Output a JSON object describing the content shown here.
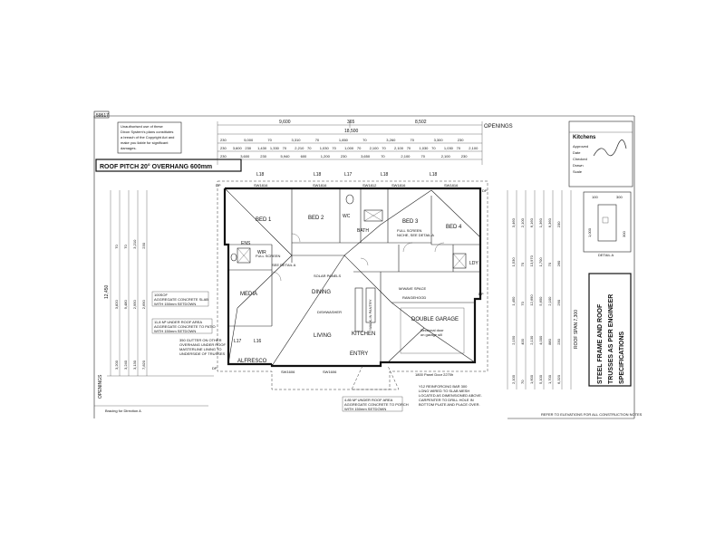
{
  "sheet": {
    "ref_box": "59517",
    "copyright_notice": [
      "Unauthorised use of these",
      "Dixon System's plans constitutes",
      "a breach of the Copyright Act and",
      "make you liable for significant",
      "damages."
    ],
    "roof_pitch": "ROOF PITCH 20° OVERHANG 600mm",
    "openings_label": "OPENINGS",
    "steel_note": [
      "STEEL FRAME AND ROOF",
      "TRUSSES AS PER ENGINEER",
      "SPECIFICATIONS"
    ],
    "footer_note": "REFER TO ELEVATIONS FOR ALL CONSTRUCTION NOTES",
    "bracing_note": "Bracing for Direction A"
  },
  "dimensions_top": {
    "overall_left": "9,600",
    "overall_mid": "365",
    "overall_right": "8,502",
    "row2": "18,500",
    "row3": [
      "230",
      "5,000",
      "70",
      "3,310",
      "70",
      "1,850",
      "70",
      "3,260",
      "70",
      "3,300",
      "230"
    ],
    "row4": [
      "230",
      "3,600",
      "230",
      "1,430",
      "1,330",
      "70",
      "2,210",
      "70",
      "1,030",
      "70",
      "1,000",
      "70",
      "2,100",
      "70",
      "2,100",
      "70",
      "1,030",
      "70",
      "1,030",
      "70",
      "2,100"
    ],
    "row5": [
      "230",
      "3,600",
      "230",
      "5,940",
      "600",
      "1,200",
      "230",
      "3,650",
      "70",
      "2,100",
      "70",
      "2,100",
      "230"
    ],
    "lintels": [
      "L18",
      "L18",
      "L17",
      "L18",
      "L18"
    ]
  },
  "dimensions_left": {
    "overall": "12,450",
    "values": [
      "3,200",
      "3,820",
      "70",
      "3,240",
      "9,480",
      "70",
      "3,130",
      "2,950",
      "3,210",
      "7,820",
      "2,690",
      "230"
    ],
    "openings": "OPENINGS"
  },
  "dimensions_right": {
    "values": [
      "2,100",
      "2,150",
      "1,450",
      "1,530",
      "3,460",
      "70",
      "400",
      "70",
      "70",
      "2,100",
      "1,600",
      "2,130",
      "12,690",
      "13,970",
      "6,160",
      "5,100",
      "4,000",
      "5,650",
      "1,700",
      "1,360",
      "1,700",
      "880",
      "2,100",
      "70",
      "6,360",
      "6,320",
      "230",
      "290",
      "260",
      "230"
    ],
    "roof_span": "ROOF SPAN 7,300"
  },
  "rooms": {
    "bed1": "BED 1",
    "bed2": "BED 2",
    "bed3": "BED 3",
    "bed4": "BED 4",
    "wc": "WC",
    "bath": "BATH",
    "ens": "ENS",
    "wir": "WIR",
    "media": "MEDIA",
    "dining": "DINING",
    "living": "LIVING",
    "kitchen": "KITCHEN",
    "entry": "ENTRY",
    "alfresco": "ALFRESCO",
    "garage": "DOUBLE GARAGE",
    "ldy": "LDY",
    "l17": "L17",
    "l16": "L16"
  },
  "notes": {
    "slab": [
      "100SOF",
      "AGGREGATE CONCRETE SLAB",
      "WITH 150mm SETDOWN"
    ],
    "under_roof": [
      "11,8 M² UNDER ROOF AREA",
      "AGGREGATE CONCRETE TO PATIO",
      "WITH 150mm SETDOWN"
    ],
    "gutter": [
      "350 GUTTER ON OTHER",
      "OVERHANG UNDER ROOF"
    ],
    "lining": [
      "MASTERLINE LINING TO",
      "UNDERSIDE OF TRUSSES"
    ],
    "porch": [
      "4.85 M² UNDER ROOF AREA",
      "AGGREGATE CONCRETE TO PORCH",
      "WITH 150mm SETDOWN"
    ],
    "reinforcing": [
      "Y12 REINFORCING BAR 300",
      "LONG WIRED TO SLAB MESH",
      "LOCATED AS DIMENSIONED ABOVE.",
      "CARPENTER TO DRILL HOLE IN",
      "BOTTOM PLATE AND PLACE OVER."
    ],
    "door": "1800 Panel Door 2270h",
    "full_screen": [
      "FULL SCREEN",
      "NICHE, SEE DETAIL A"
    ],
    "solar_panels": "SOLAR PANELS",
    "microwave": "M/WAVE SPACE",
    "rangehood": "RANGEHOOD",
    "dishwasher": "DISHWASHER",
    "walkin": "WALK-IN PANTRY",
    "sectional": [
      "Sectional door",
      "on garage sill"
    ],
    "full_screen2": "FULL SCREEN",
    "fridge": "SEE DETAIL A",
    "detail_a": "DETAIL A"
  },
  "stamp": {
    "title": "Kitchens",
    "lines": [
      "Approved",
      "Date",
      "Checked",
      "Drawn",
      "Scale"
    ],
    "signature": "signature"
  },
  "detail_box": {
    "dims": [
      "100",
      "300",
      "1,000",
      "300"
    ]
  },
  "codes": {
    "sw_top": [
      "SW1816",
      "SW1816",
      "SW1812",
      "SW1816",
      "SW1816"
    ],
    "sw_bottom": [
      "SW1606",
      "SW1606"
    ],
    "dp": [
      "DP",
      "DP",
      "DP",
      "DP"
    ]
  }
}
